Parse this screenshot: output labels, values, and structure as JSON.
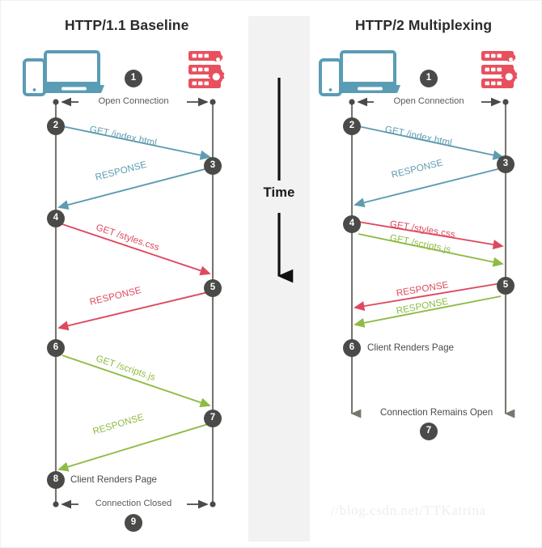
{
  "watermark": "//blog.csdn.net/TTKatrina",
  "center": {
    "time_label": "Time",
    "band_color": "#f2f2f2",
    "arrow_color": "#000000"
  },
  "palette": {
    "client_icon": "#5b9cb5",
    "server_icon": "#e8505e",
    "blue": "#5e9cb0",
    "red": "#dd4a5e",
    "green": "#8ebb44",
    "badge": "#4a4a48",
    "lifeline": "#77776f",
    "text": "#4a4a48"
  },
  "panels": [
    {
      "id": "http11",
      "title": "HTTP/1.1 Baseline",
      "client_icon": "laptop-phone-icon",
      "server_icon": "server-rack-gears-icon",
      "open_connection_label": "Open Connection",
      "close_label": "Connection Closed",
      "render_label": "Client Renders Page",
      "badges": [
        "1",
        "2",
        "3",
        "4",
        "5",
        "6",
        "7",
        "8",
        "9"
      ],
      "messages": [
        {
          "label": "GET /index.html",
          "color": "blue",
          "direction": "right"
        },
        {
          "label": "RESPONSE",
          "color": "blue",
          "direction": "left"
        },
        {
          "label": "GET /styles.css",
          "color": "red",
          "direction": "right"
        },
        {
          "label": "RESPONSE",
          "color": "red",
          "direction": "left"
        },
        {
          "label": "GET /scripts.js",
          "color": "green",
          "direction": "right"
        },
        {
          "label": "RESPONSE",
          "color": "green",
          "direction": "left"
        }
      ]
    },
    {
      "id": "http2",
      "title": "HTTP/2 Multiplexing",
      "client_icon": "laptop-phone-icon",
      "server_icon": "server-rack-gears-icon",
      "open_connection_label": "Open Connection",
      "remains_open_label": "Connection Remains Open",
      "render_label": "Client Renders Page",
      "badges": [
        "1",
        "2",
        "3",
        "4",
        "5",
        "6",
        "7"
      ],
      "messages": [
        {
          "label": "GET /index.html",
          "color": "blue",
          "direction": "right"
        },
        {
          "label": "RESPONSE",
          "color": "blue",
          "direction": "left"
        },
        {
          "label": "GET /styles.css",
          "color": "red",
          "direction": "right"
        },
        {
          "label": "GET /scripts.js",
          "color": "green",
          "direction": "right"
        },
        {
          "label": "RESPONSE",
          "color": "red",
          "direction": "left"
        },
        {
          "label": "RESPONSE",
          "color": "green",
          "direction": "left"
        }
      ]
    }
  ]
}
